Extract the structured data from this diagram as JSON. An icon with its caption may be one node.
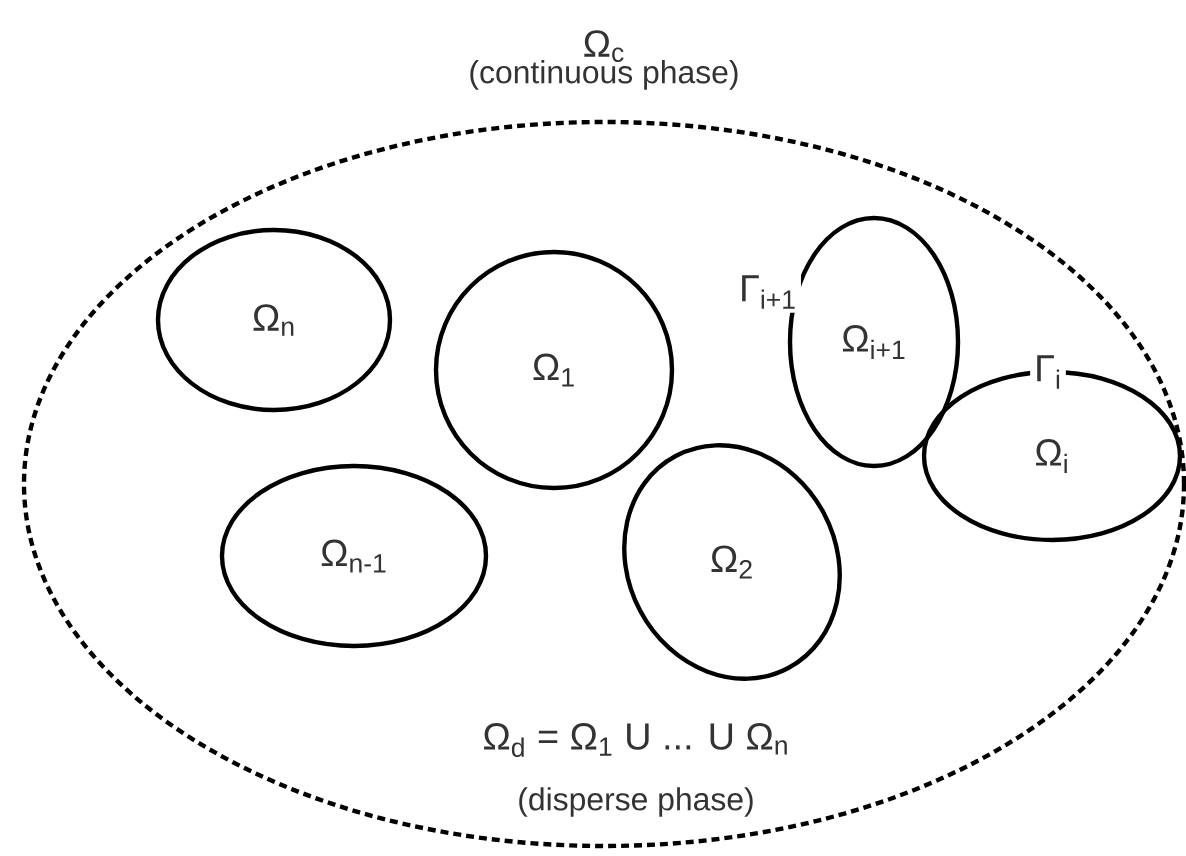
{
  "diagram": {
    "nodes": [
      {
        "text": [
          "Ω$_{c}$",
          "(continuous phase)"
        ]
      },
      {
        "text": [
          "Ω$_{n}$"
        ],
        "in": 0
      },
      {
        "text": [
          "Ω$_{1}$"
        ],
        "in": 0
      },
      {
        "text": [
          "Ω$_{i+1}$"
        ],
        "in": 0,
        "beside": [
          "Γ$_{i+1}$"
        ]
      },
      {
        "text": [
          "Ω$_{i}$"
        ],
        "in": 0,
        "beside": [
          "Γ$_{i}$"
        ]
      },
      {
        "text": [
          "Ω$_{n-1}$"
        ],
        "in": 0
      },
      {
        "text": [
          "Ω$_{2}$"
        ],
        "in": 0
      }
    ],
    "labels": [
      "Ω$_{d}$ = Ω$_{1}$ U ... U Ω$_{n}$",
      "(disperse phase)"
    ]
  }
}
